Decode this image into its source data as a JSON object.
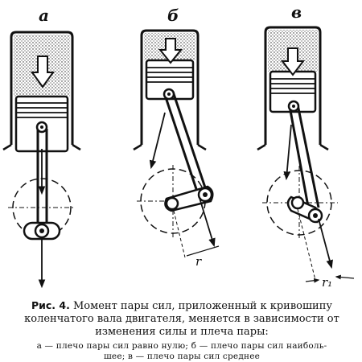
{
  "figure": {
    "panels": [
      {
        "letter": "а",
        "arm_label": ""
      },
      {
        "letter": "б",
        "arm_label": "r"
      },
      {
        "letter": "в",
        "arm_label": "r₁"
      }
    ]
  },
  "caption": {
    "number": "Рис. 4.",
    "line1": "Момент пары сил, приложенный к кривошипу",
    "line2": "коленчатого вала двигателя, меняется в зависимости от",
    "line3": "изменения силы и плеча пары:",
    "note1": "а — плечо пары сил равно нулю; б — плечо пары сил наиболь-",
    "note2": "шее; в — плечо пары сил среднее"
  }
}
